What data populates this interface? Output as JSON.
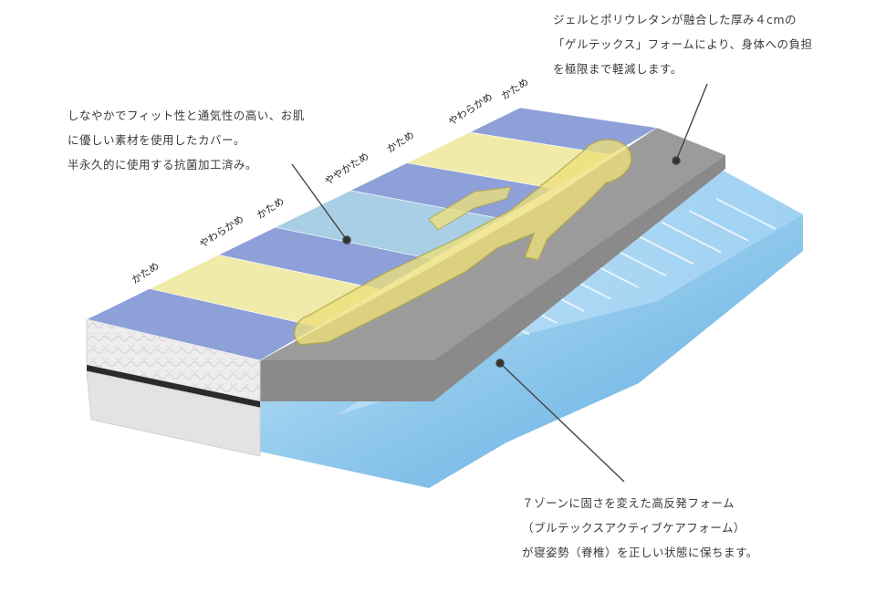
{
  "annotations": {
    "cover": {
      "lines": [
        "しなやかでフィット性と通気性の高い、お肌",
        "に優しい素材を使用したカバー。",
        "半永久的に使用する抗菌加工済み。"
      ]
    },
    "gel_layer": {
      "lines": [
        "ジェルとポリウレタンが融合した厚み４cmの",
        "「ゲルテックス」フォームにより、身体への負担",
        "を極限まで軽減します。"
      ]
    },
    "foam_base": {
      "lines": [
        "７ゾーンに固さを変えた高反発フォーム",
        "（ブルテックスアクティブケアフォーム）",
        "が寝姿勢（脊椎）を正しい状態に保ちます。"
      ]
    }
  },
  "zones": [
    {
      "label": "かため",
      "color": "#8ea0d8"
    },
    {
      "label": "やわらかめ",
      "color": "#f0eba8"
    },
    {
      "label": "かため",
      "color": "#8ea0d8"
    },
    {
      "label": "ややかため",
      "color": "#a8cfe6"
    },
    {
      "label": "かため",
      "color": "#8ea0d8"
    },
    {
      "label": "やわらかめ",
      "color": "#f0eba8"
    },
    {
      "label": "かため",
      "color": "#8ea0d8"
    }
  ],
  "colors": {
    "cover_side": "#e6e6e6",
    "gel_layer": "#9a9a9a",
    "foam": "#8fc8ec",
    "figure": "#efe07a"
  }
}
